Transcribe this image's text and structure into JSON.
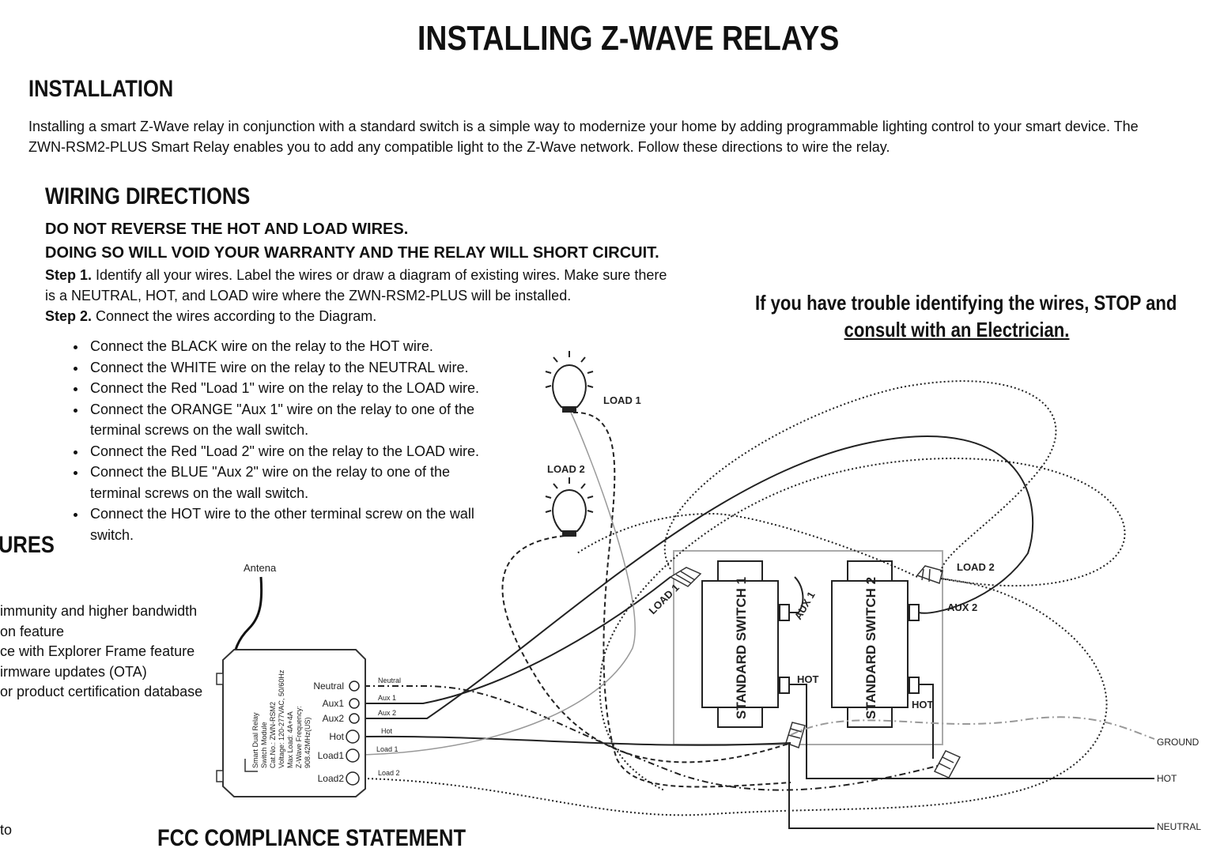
{
  "page_title": "INSTALLING Z-WAVE RELAYS",
  "installation": {
    "heading": "INSTALLATION",
    "line1": "Installing a smart Z-Wave relay in conjunction with a standard switch is a simple way to modernize your home by adding programmable lighting control to your smart device. The",
    "line2": "ZWN-RSM2-PLUS Smart Relay enables you to add any compatible light to the Z-Wave network. Follow these directions to wire the relay."
  },
  "wiring": {
    "heading": "WIRING DIRECTIONS",
    "warning1": "DO NOT REVERSE THE HOT AND LOAD WIRES.",
    "warning2": "DOING SO WILL VOID YOUR WARRANTY AND THE RELAY WILL SHORT CIRCUIT.",
    "step1_label": "Step 1.",
    "step1_line1": " Identify all your wires. Label the wires or draw a diagram of existing wires. Make sure there",
    "step1_line2": "is a NEUTRAL, HOT, and LOAD wire where the ZWN-RSM2-PLUS will be installed.",
    "step2_label": "Step 2.",
    "step2_text": " Connect the wires according to the Diagram.",
    "bullets": [
      "Connect the BLACK wire on the relay to the HOT wire.",
      "Connect the WHITE wire on the relay to the NEUTRAL wire.",
      "Connect the Red \"Load 1\" wire on the relay to the LOAD wire.",
      "Connect the ORANGE \"Aux 1\" wire on the relay to one of the terminal screws on the wall switch.",
      "Connect the Red \"Load 2\" wire on the relay to the LOAD wire.",
      "Connect the BLUE \"Aux 2\" wire on the relay to one of the terminal screws on the wall switch.",
      "Connect the HOT wire to the other terminal screw on the wall switch."
    ]
  },
  "callout": {
    "line1": "If you have trouble identifying the wires, STOP and",
    "line2": "consult with an Electrician."
  },
  "features_partial": {
    "heading": "URES",
    "items": [
      "immunity and higher bandwidth",
      "on feature",
      "ce with Explorer Frame feature",
      "irmware updates (OTA)",
      "or product certification database"
    ],
    "bottom": "to"
  },
  "fcc_heading": "FCC  COMPLIANCE STATEMENT",
  "diagram": {
    "antenna": "Antena",
    "load1": "LOAD 1",
    "load2": "LOAD 2",
    "switch1": "STANDARD SWITCH 1",
    "switch2": "STANDARD SWITCH 2",
    "aux1": "AUX 1",
    "aux2": "AUX 2",
    "hot": "HOT",
    "load1_nut": "LOAD 1",
    "load2_nut": "LOAD 2",
    "ground": "GROUND",
    "hot_line": "HOT",
    "neutral_line": "NEUTRAL",
    "relay_terminals": [
      "Neutral",
      "Aux1",
      "Aux2",
      "Hot",
      "Load1",
      "Load2"
    ],
    "wire_labels": [
      "Neutral",
      "Aux 1",
      "Aux 2",
      "Hot",
      "Load 1",
      "Load 2"
    ],
    "relay_info": [
      "Smart Dual Relay",
      "Switch Module",
      "Cat.No.: ZWN-RSM2",
      "Voltage: 120-277VAC, 50/60Hz",
      "Max Load: 4A+4A",
      "Z-Wave Frequency:",
      "908.42MHz(US)"
    ]
  }
}
